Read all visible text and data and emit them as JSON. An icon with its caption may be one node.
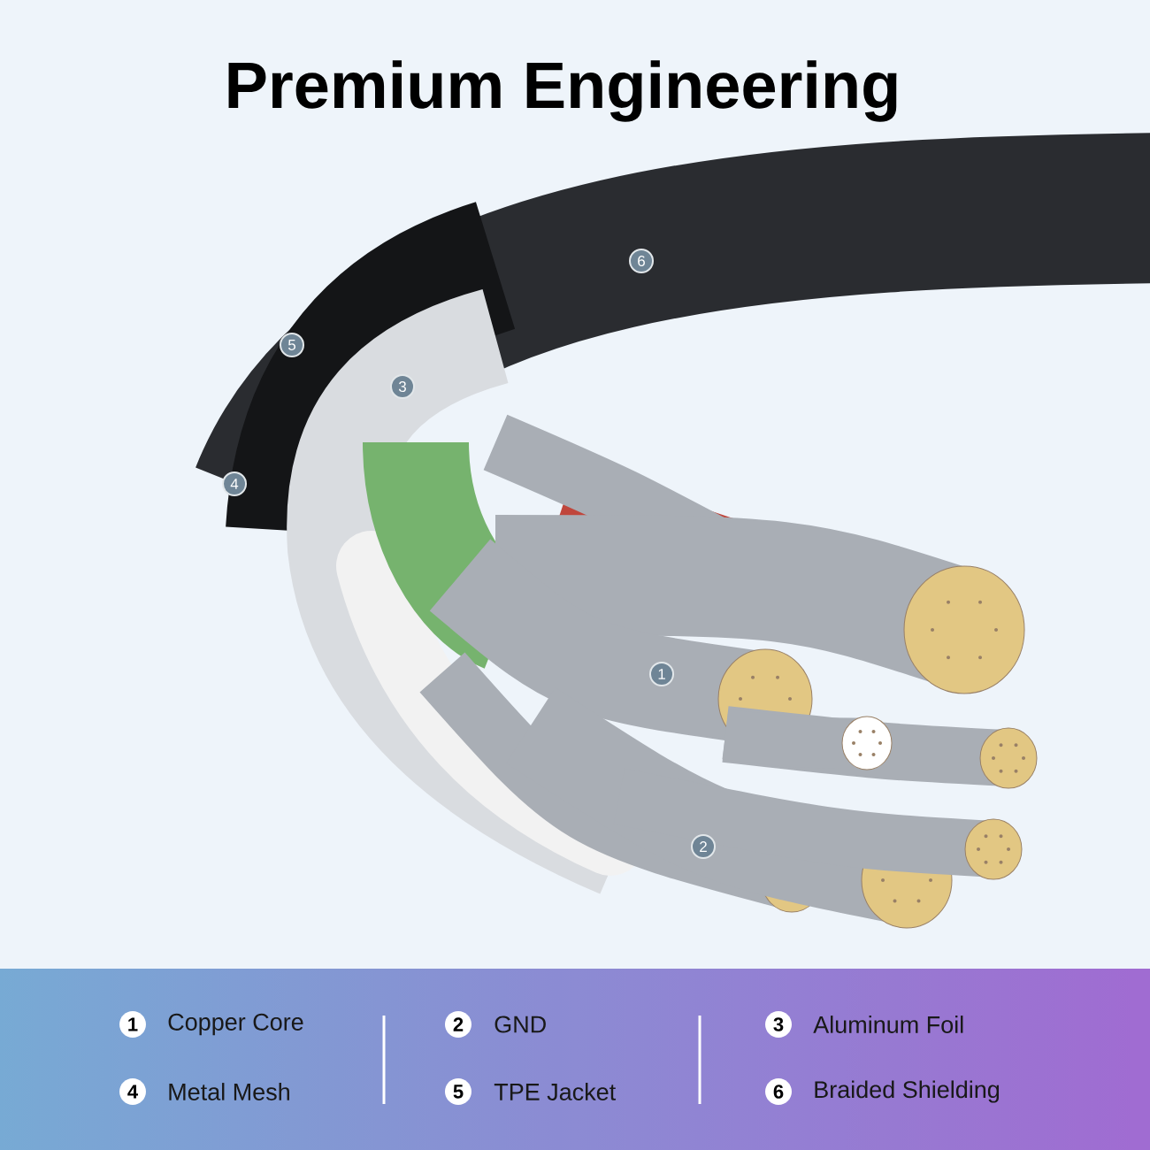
{
  "diagram": {
    "title": "Premium Engineering",
    "labels": [
      "6",
      "5",
      "3",
      "4",
      "1",
      "2",
      "1",
      "Copper Core",
      "2",
      "GND",
      "3",
      "Aluminum Foil",
      "4",
      "Metal Mesh",
      "5",
      "TPE Jacket",
      "6",
      "Braided Shielding"
    ]
  }
}
